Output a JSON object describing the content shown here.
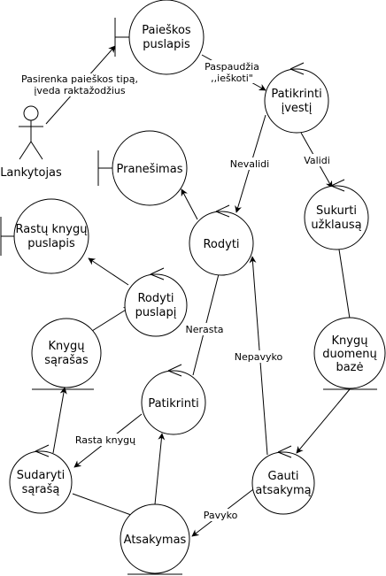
{
  "diagram": {
    "nodes": {
      "paieskos_puslapis": [
        "Paieškos",
        "puslapis"
      ],
      "patikrinti_ivesti": [
        "Patikrinti",
        "įvestį"
      ],
      "pranesimas": [
        "Pranešimas"
      ],
      "rodyti": [
        "Rodyti"
      ],
      "sukurti_uzklausa": [
        "Sukurti",
        "užklausą"
      ],
      "rastu_knygu_puslapis": [
        "Rastų knygų",
        "puslapis"
      ],
      "rodyti_puslapi": [
        "Rodyti",
        "puslapį"
      ],
      "knygu_sarasas": [
        "Knygų",
        "sąrašas"
      ],
      "knygu_duomenu_baze": [
        "Knygų",
        "duomenų",
        "bazė"
      ],
      "patikrinti": [
        "Patikrinti"
      ],
      "sudaryti_sarasa": [
        "Sudaryti",
        "sąrašą"
      ],
      "gauti_atsakyma": [
        "Gauti",
        "atsakymą"
      ],
      "atsakymas": [
        "Atsakymas"
      ]
    },
    "actor": {
      "name": "Lankytojas"
    },
    "edge_labels": {
      "actor_to_search": [
        "Pasirenka paieškos tipą,",
        "įveda raktažodžius"
      ],
      "search_to_check": [
        "Paspaudžia",
        ",,ieškoti\""
      ],
      "check_invalid": "Nevalidi",
      "check_valid": "Validi",
      "not_found": "Nerasta",
      "failed": "Nepavyko",
      "books_found": "Rasta knygų",
      "succeeded": "Pavyko"
    }
  }
}
